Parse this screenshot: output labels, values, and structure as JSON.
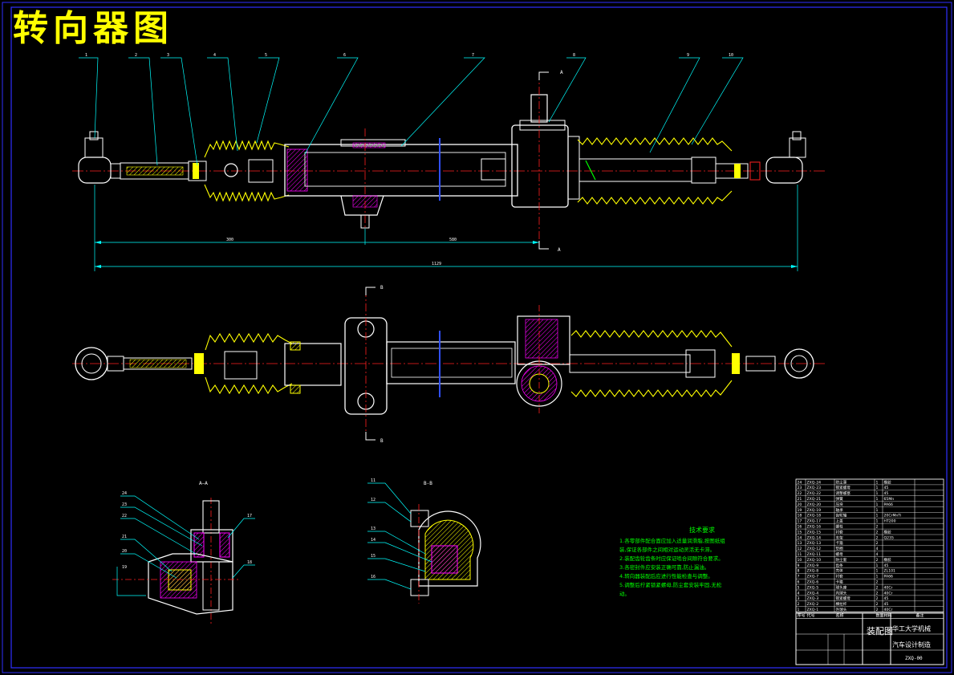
{
  "title": "转向器图",
  "views": {
    "section_aa": "A—A",
    "section_bb": "B-B",
    "cut_a": "A",
    "cut_b": "B"
  },
  "part_callouts_top": [
    "1",
    "2",
    "3",
    "4",
    "5",
    "6",
    "7",
    "8",
    "9",
    "10"
  ],
  "callouts_aa": [
    "24",
    "23",
    "22",
    "21",
    "20",
    "19",
    "17",
    "18"
  ],
  "callouts_bb": [
    "11",
    "12",
    "13",
    "14",
    "15",
    "16"
  ],
  "dimensions": {
    "left_span": "300",
    "right_span": "580",
    "overall": "1129"
  },
  "tech_requirements": {
    "heading": "技术要求",
    "lines": [
      "1.各零部件配合面应加入适量润滑脂,按图纸组",
      "  装,保证各部件之间相对运动灵活无卡滞。",
      "2.装配齿轮齿条时应保证啮合间隙符合要求。",
      "3.各密封件应安装正确可靠,防止漏油。",
      "4.转向器装配后应进行性能检查与调整。",
      "5.调整后拧紧锁紧螺母,防尘套安装牢固,无松",
      "  动。"
    ]
  },
  "bom_rows": [
    [
      "24",
      "ZXQ-24",
      "防尘罩",
      "1",
      "橡胶"
    ],
    [
      "23",
      "ZXQ-23",
      "锁紧螺母",
      "1",
      "45"
    ],
    [
      "22",
      "ZXQ-22",
      "调整螺塞",
      "1",
      "45"
    ],
    [
      "21",
      "ZXQ-21",
      "弹簧",
      "1",
      "65Mn"
    ],
    [
      "20",
      "ZXQ-20",
      "压块",
      "1",
      "PA66"
    ],
    [
      "19",
      "ZXQ-19",
      "轴承",
      "1",
      ""
    ],
    [
      "18",
      "ZXQ-18",
      "齿轮轴",
      "1",
      "20CrMnTi"
    ],
    [
      "17",
      "ZXQ-17",
      "上盖",
      "1",
      "HT200"
    ],
    [
      "16",
      "ZXQ-16",
      "螺栓",
      "2",
      ""
    ],
    [
      "15",
      "ZXQ-15",
      "衬套",
      "2",
      "橡胶"
    ],
    [
      "14",
      "ZXQ-14",
      "支架",
      "2",
      "Q235"
    ],
    [
      "13",
      "ZXQ-13",
      "卡箍",
      "2",
      ""
    ],
    [
      "12",
      "ZXQ-12",
      "垫圈",
      "4",
      ""
    ],
    [
      "11",
      "ZXQ-11",
      "螺母",
      "4",
      ""
    ],
    [
      "10",
      "ZXQ-10",
      "防尘套",
      "2",
      "橡胶"
    ],
    [
      "9",
      "ZXQ-9",
      "齿条",
      "1",
      "45"
    ],
    [
      "8",
      "ZXQ-8",
      "壳体",
      "1",
      "ZL101"
    ],
    [
      "7",
      "ZXQ-7",
      "衬套",
      "1",
      "PA66"
    ],
    [
      "6",
      "ZXQ-6",
      "卡箍",
      "2",
      ""
    ],
    [
      "5",
      "ZXQ-5",
      "球头座",
      "2",
      "40Cr"
    ],
    [
      "4",
      "ZXQ-4",
      "内球头",
      "2",
      "40Cr"
    ],
    [
      "3",
      "ZXQ-3",
      "锁紧螺母",
      "2",
      "45"
    ],
    [
      "2",
      "ZXQ-2",
      "横拉杆",
      "2",
      "45"
    ],
    [
      "1",
      "ZXQ-1",
      "外球头",
      "2",
      "40Cr"
    ]
  ],
  "title_block": {
    "drawing_name": "装配图",
    "school": "华工大学机械",
    "dept": "汽车设计制造",
    "code": "ZXQ-00",
    "labels": [
      "序号",
      "代号",
      "名称",
      "数量",
      "材料",
      "备注"
    ]
  },
  "colors": {
    "background": "#000000",
    "title": "#ffff00",
    "outline": "#ffffff",
    "centerline": "#ff0000",
    "dimension": "#00ffff",
    "boot": "#ffff00",
    "hatch": "#ff00ff",
    "frame": "#0000ff",
    "tech_text": "#00ff00"
  }
}
